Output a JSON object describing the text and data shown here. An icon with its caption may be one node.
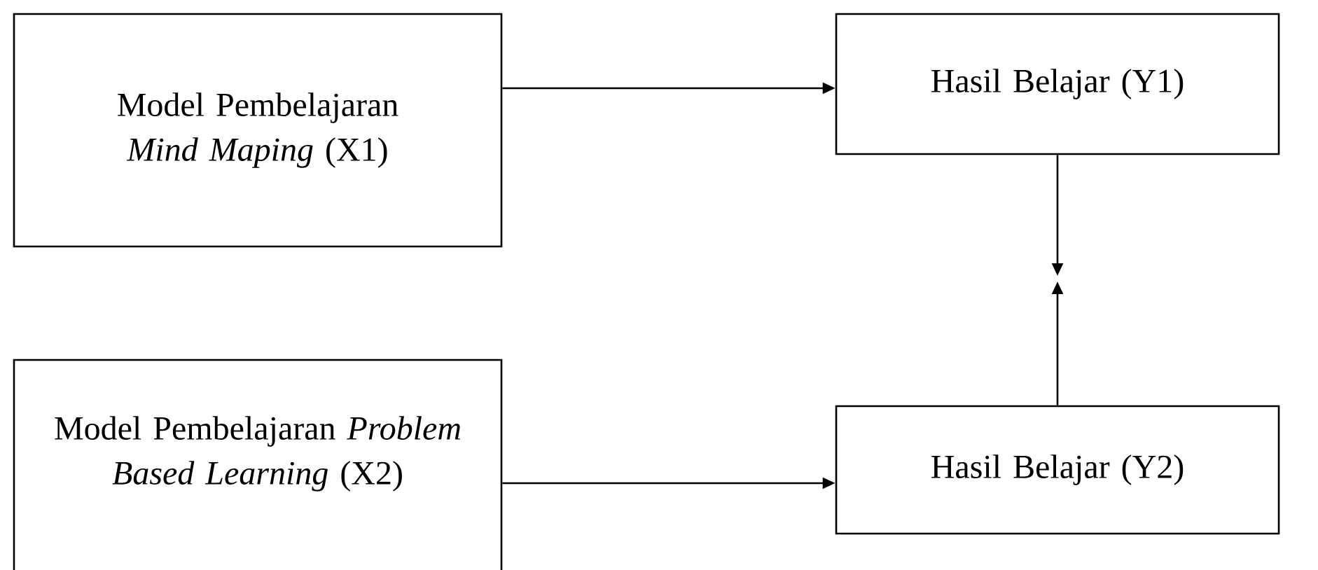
{
  "diagram": {
    "nodes": [
      {
        "text": [
          "Model Pembelajaran *Mind Maping* (X1)"
        ]
      },
      {
        "text": [
          "Hasil Belajar (Y1)"
        ]
      },
      {
        "text": [
          "Model Pembelajaran *Problem Based Learning* (X2)"
        ]
      },
      {
        "text": [
          "Hasil Belajar (Y2)"
        ]
      }
    ],
    "edges": [
      {
        "from": 0,
        "to": 1,
        "arrow": "to"
      },
      {
        "from": 2,
        "to": 3,
        "arrow": "to"
      },
      {
        "from": 1,
        "to": null,
        "arrow": "to"
      },
      {
        "from": 3,
        "to": null,
        "arrow": "to"
      }
    ]
  }
}
